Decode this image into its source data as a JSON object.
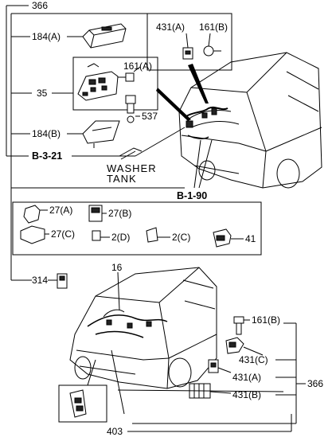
{
  "labels": {
    "l366_top": "366",
    "l184a": "184(A)",
    "l431a_top": "431(A)",
    "l161b_top": "161(B)",
    "l161a": "161(A)",
    "l35": "35",
    "l537": "537",
    "l184b": "184(B)",
    "lB321": "B-3-21",
    "washer1": "WASHER",
    "washer2": "TANK",
    "lB190": "B-1-90",
    "l27a": "27(A)",
    "l27b": "27(B)",
    "l27c": "27(C)",
    "l2d": "2(D)",
    "l2c": "2(C)",
    "l41": "41",
    "l314": "314",
    "l16": "16",
    "l161b_bot": "161(B)",
    "l431c": "431(C)",
    "l431a_bot": "431(A)",
    "l431b": "431(B)",
    "l366_bot": "366",
    "l403": "403"
  }
}
